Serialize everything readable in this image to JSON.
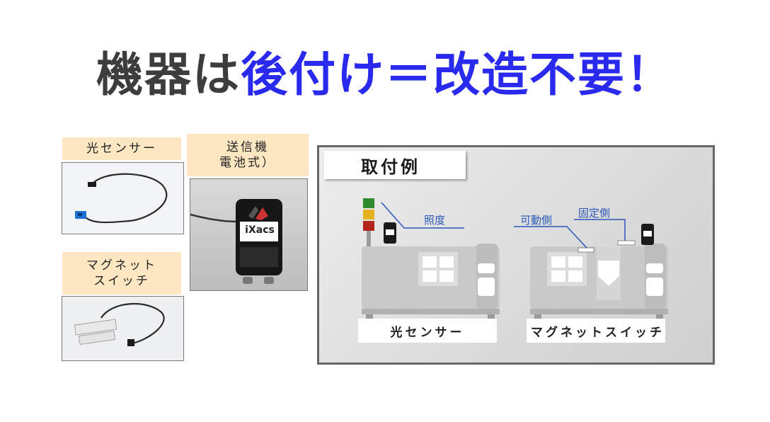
{
  "title": {
    "part1": "機器は",
    "part2": "後付け＝改造不要！"
  },
  "devices": {
    "light_sensor_label": "光センサー",
    "transmitter_label": "送信機\n電池式）",
    "magnet_switch_label": "マグネット\nスイッチ",
    "transmitter_brand": "iXacs"
  },
  "example_panel": {
    "heading": "取付例",
    "illuminance_label": "照度",
    "movable_side_label": "可動側",
    "fixed_side_label": "固定側",
    "left_caption": "光センサー",
    "right_caption": "マグネットスイッチ"
  },
  "colors": {
    "title_dark": "#3d3d3d",
    "title_blue": "#2a2aee",
    "label_bg": "#fde7c2",
    "annotation_blue": "#2a57b8"
  }
}
